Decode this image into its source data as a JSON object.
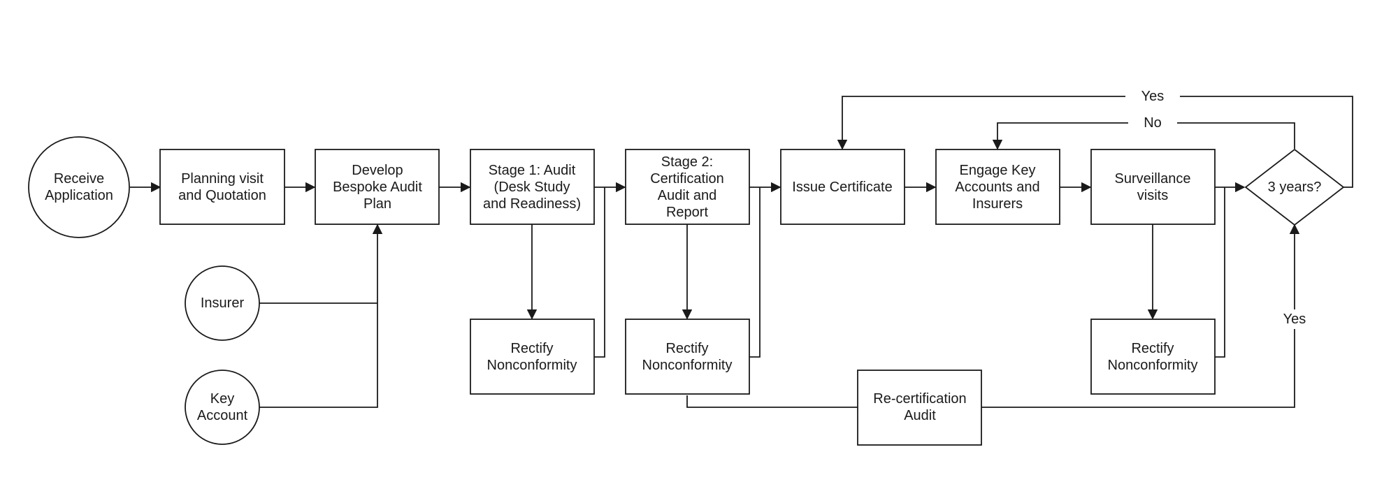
{
  "diagram": {
    "nodes": {
      "receive": [
        "Receive",
        "Application"
      ],
      "planning": [
        "Planning visit",
        "and Quotation"
      ],
      "develop": [
        "Develop",
        "Bespoke Audit",
        "Plan"
      ],
      "stage1": [
        "Stage 1: Audit",
        "(Desk Study",
        "and Readiness)"
      ],
      "stage2": [
        "Stage 2:",
        "Certification",
        "Audit and",
        "Report"
      ],
      "issue": [
        "Issue Certificate"
      ],
      "engage": [
        "Engage Key",
        "Accounts and",
        "Insurers"
      ],
      "surveillance": [
        "Surveillance",
        "visits"
      ],
      "decision": [
        "3 years?"
      ],
      "insurer": [
        "Insurer"
      ],
      "keyaccount": [
        "Key",
        "Account"
      ],
      "rectify1": [
        "Rectify",
        "Nonconformity"
      ],
      "rectify2": [
        "Rectify",
        "Nonconformity"
      ],
      "rectify3": [
        "Rectify",
        "Nonconformity"
      ],
      "recert": [
        "Re-certification",
        "Audit"
      ]
    },
    "edge_labels": {
      "yes_top": "Yes",
      "no_top": "No",
      "yes_recert": "Yes"
    }
  }
}
